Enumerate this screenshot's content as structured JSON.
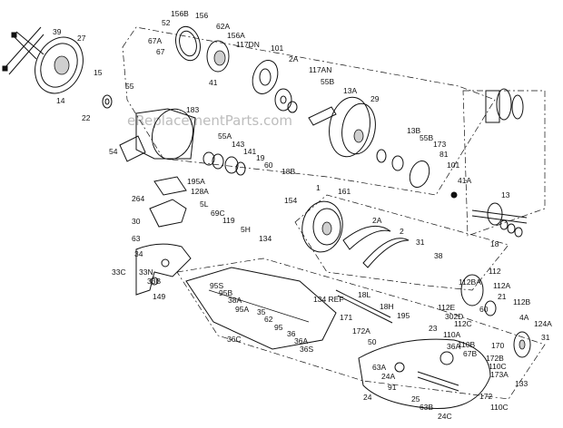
{
  "watermark": "eReplacementParts.com",
  "labels": {
    "p39": "39",
    "p27": "27",
    "p15": "15",
    "p14": "14",
    "p22": "22",
    "p55": "55",
    "p52": "52",
    "p156B": "156B",
    "p156": "156",
    "p67A": "67A",
    "p67": "67",
    "p62A": "62A",
    "p156A": "156A",
    "p117DN": "117DN",
    "p101a": "101",
    "p2A_top": "2A",
    "p41": "41",
    "p117AN": "117AN",
    "p55B_top": "55B",
    "p13A": "13A",
    "p29": "29",
    "p183": "183",
    "p54": "54",
    "p55A": "55A",
    "p143": "143",
    "p141": "141",
    "p19": "19",
    "p60": "60",
    "p18B": "18B",
    "p13B": "13B",
    "p55B": "55B",
    "p173": "173",
    "p81": "81",
    "p101b": "101",
    "p41A": "41A",
    "p13": "13",
    "p195A": "195A",
    "p128A": "128A",
    "p264": "264",
    "p5L": "5L",
    "p69C": "69C",
    "p119": "119",
    "p5H": "5H",
    "p154": "154",
    "p134": "134",
    "p1": "1",
    "p161": "161",
    "p2A": "2A",
    "p2": "2",
    "p31": "31",
    "p18": "18",
    "p30": "30",
    "p63": "63",
    "p34": "34",
    "p33C": "33C",
    "p33N": "33N",
    "p33B": "33B",
    "p149": "149",
    "p38": "38",
    "p95S": "95S",
    "p95B": "95B",
    "p38A": "38A",
    "p95A": "95A",
    "p35": "35",
    "p62": "62",
    "p95": "95",
    "p36C": "36C",
    "p36": "36",
    "p36A": "36A",
    "p36S": "36S",
    "p134REF": "134 REF",
    "p18L": "18L",
    "p18H": "18H",
    "p171": "171",
    "p195": "195",
    "p172A": "172A",
    "p50": "50",
    "p112": "112",
    "p112BA": "112BA",
    "p112A": "112A",
    "p112B": "112B",
    "p112E": "112E",
    "p302D": "302D",
    "p112C": "112C",
    "p21": "21",
    "p60b": "60",
    "p4A": "4A",
    "p124A": "124A",
    "p31b": "31",
    "p23": "23",
    "p110A": "110A",
    "p110B": "110B",
    "p67B": "67B",
    "p36Ab": "36A",
    "p170": "170",
    "p172B": "172B",
    "p110C": "110C",
    "p173A": "173A",
    "p63A": "63A",
    "p24A": "24A",
    "p91": "91",
    "p25": "25",
    "p63B": "63B",
    "p24": "24",
    "p24C": "24C",
    "p133": "133",
    "p172": "172",
    "p110Cb": "110C"
  }
}
